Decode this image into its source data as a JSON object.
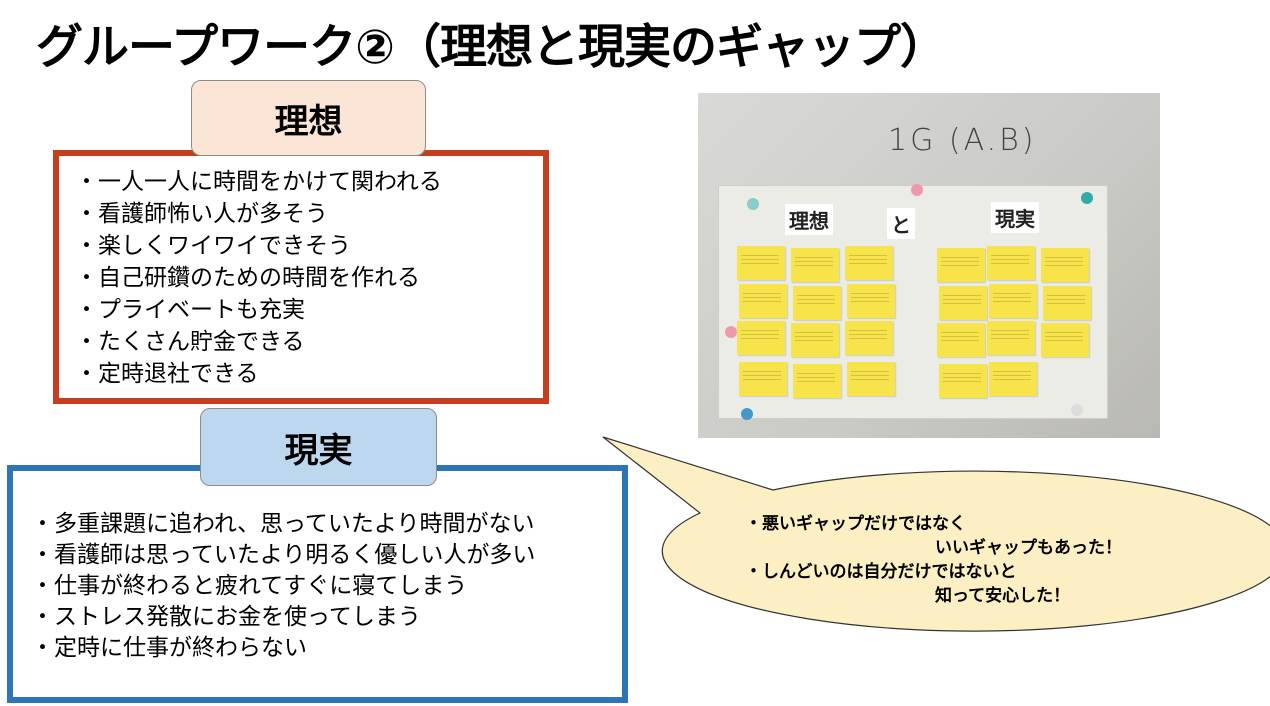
{
  "slide": {
    "title": "グループワーク②（理想と現実のギャップ）"
  },
  "ideal": {
    "heading": "理想",
    "items": [
      "・一人一人に時間をかけて関われる",
      "・看護師怖い人が多そう",
      "・楽しくワイワイできそう",
      "・自己研鑽のための時間を作れる",
      "・プライベートも充実",
      "・たくさん貯金できる",
      "・定時退社できる"
    ],
    "border_color": "#c43f1f",
    "tab_color": "#fbe5d6"
  },
  "reality": {
    "heading": "現実",
    "items": [
      "・多重課題に追われ、思っていたより時間がない",
      "・看護師は思っていたより明るく優しい人が多い",
      "・仕事が終わると疲れてすぐに寝てしまう",
      "・ストレス発散にお金を使ってしまう",
      "・定時に仕事が終わらない"
    ],
    "border_color": "#2e75b6",
    "tab_color": "#bdd7ee"
  },
  "photo": {
    "heading": "1G (A.B)",
    "label_left": "理想",
    "label_mid": "と",
    "label_right": "現実"
  },
  "callout": {
    "line1": "・悪いギャップだけではなく",
    "line2": "いいギャップもあった！",
    "line3": "・しんどいのは自分だけではないと",
    "line4": "知って安心した！",
    "fill_color": "#fcefc4"
  }
}
